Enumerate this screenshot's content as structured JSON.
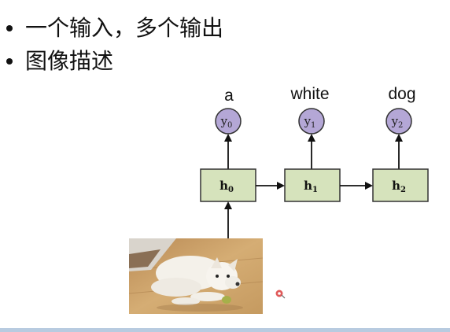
{
  "bullets": [
    {
      "text": "一个输入，多个输出"
    },
    {
      "text": "图像描述"
    }
  ],
  "diagram": {
    "outputs": [
      {
        "word": "a",
        "y": "y",
        "y_sub": "0"
      },
      {
        "word": "white",
        "y": "y",
        "y_sub": "1"
      },
      {
        "word": "dog",
        "y": "y",
        "y_sub": "2"
      }
    ],
    "hidden": [
      {
        "h": "h",
        "h_sub": "0"
      },
      {
        "h": "h",
        "h_sub": "1"
      },
      {
        "h": "h",
        "h_sub": "2"
      }
    ],
    "colors": {
      "hidden_fill": "#d6e3bc",
      "hidden_stroke": "#333333",
      "output_fill": "#b4a7d6",
      "output_stroke": "#333333",
      "arrow": "#111111"
    }
  },
  "image": {
    "icon": "dog-photo"
  }
}
